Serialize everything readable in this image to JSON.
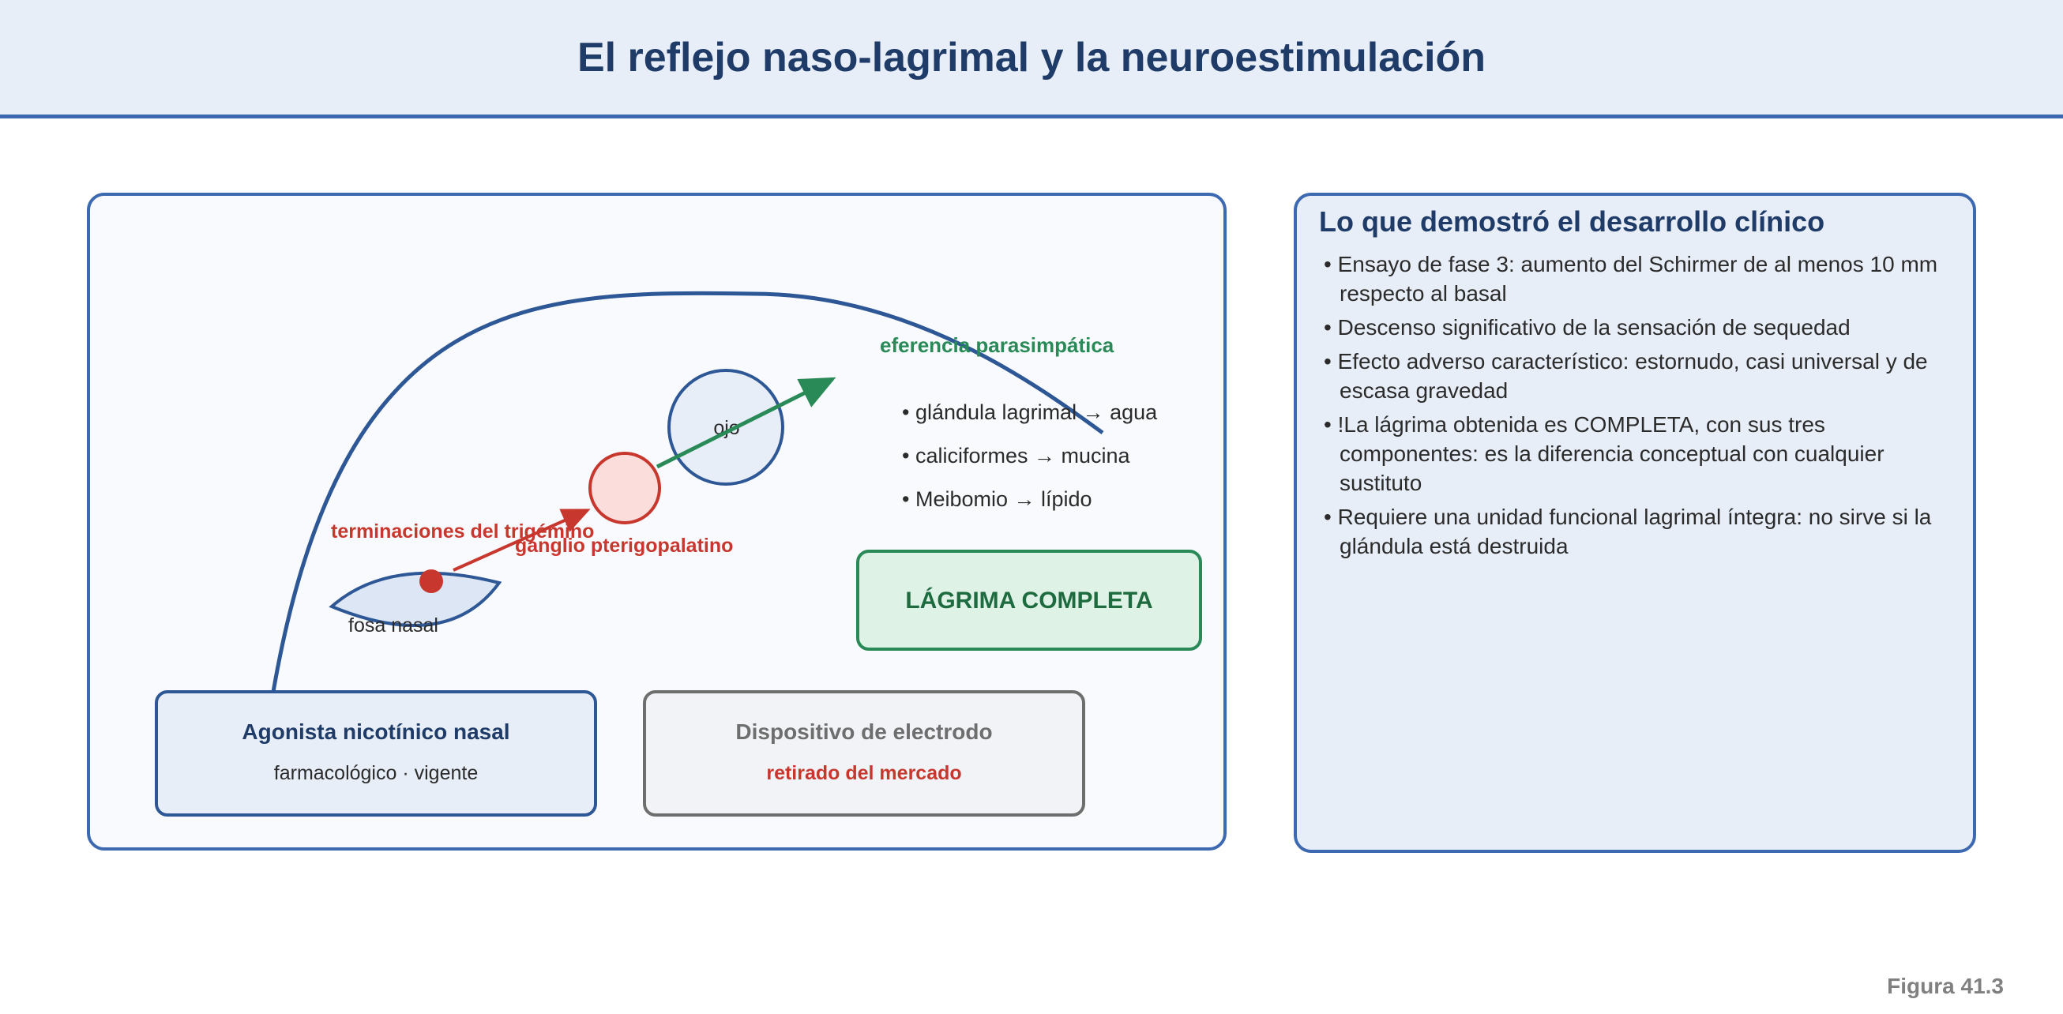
{
  "title": "El reflejo naso-lagrimal y la neuroestimulación",
  "diagram": {
    "labels": {
      "nasal_fossa": "fosa nasal",
      "trigeminal": "terminaciones del trigémino",
      "ganglion": "ganglio pterigopalatino",
      "eye": "ojo",
      "efference": "eferencia parasimpática"
    },
    "outputs": [
      "• glándula lagrimal → agua",
      "• caliciformes → mucina",
      "• Meibomio → lípido"
    ],
    "result": "LÁGRIMA COMPLETA",
    "agonist": {
      "title": "Agonista nicotínico nasal",
      "subtitle": "farmacológico · vigente"
    },
    "device": {
      "title": "Dispositivo de electrodo",
      "status": "retirado del mercado"
    }
  },
  "side_panel": {
    "title": "Lo que demostró el desarrollo clínico",
    "items": [
      "Ensayo de fase 3: aumento del Schirmer de al menos 10 mm respecto al basal",
      "Descenso significativo de la sensación de sequedad",
      "Efecto adverso característico: estornudo, casi universal y de escasa gravedad",
      "!La lágrima obtenida es COMPLETA, con sus tres componentes: es la diferencia conceptual con cualquier sustituto",
      "Requiere una unidad funcional lagrimal íntegra: no sirve si la glándula está destruida"
    ]
  },
  "figure_label": "Figura 41.3",
  "colors": {
    "navy": "#1f3b68",
    "blue": "#2e5796",
    "red": "#c8372d",
    "green": "#2a8a57",
    "dark_green": "#1e6b3f",
    "gray": "#6e6e6e"
  }
}
